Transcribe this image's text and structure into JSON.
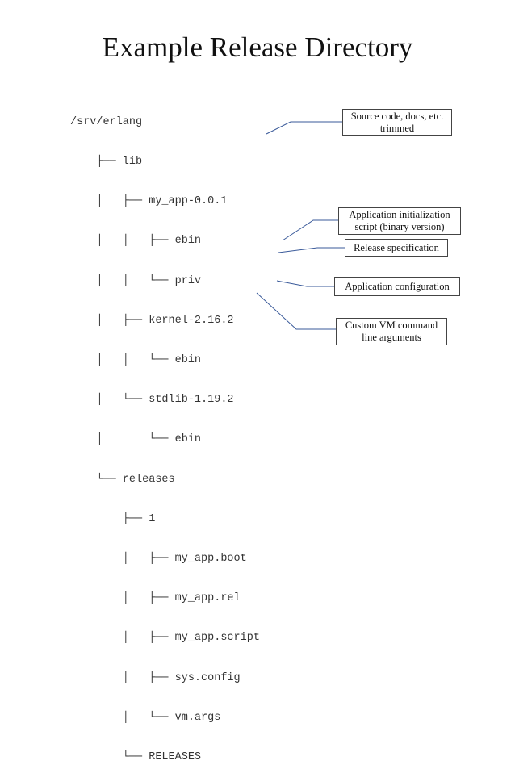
{
  "slide": {
    "title": "Example Release Directory"
  },
  "tree": {
    "lines": [
      "/srv/erlang",
      "    ├── lib",
      "    │   ├── my_app-0.0.1",
      "    │   │   ├── ebin",
      "    │   │   └── priv",
      "    │   ├── kernel-2.16.2",
      "    │   │   └── ebin",
      "    │   └── stdlib-1.19.2",
      "    │       └── ebin",
      "    └── releases",
      "        ├── 1",
      "        │   ├── my_app.boot",
      "        │   ├── my_app.rel",
      "        │   ├── my_app.script",
      "        │   ├── sys.config",
      "        │   └── vm.args",
      "        └── RELEASES"
    ]
  },
  "callouts": {
    "source": "Source code, docs, etc. trimmed",
    "boot": "Application initialization script (binary version)",
    "rel": "Release specification",
    "config": "Application configuration",
    "vmargs": "Custom VM command line arguments"
  }
}
